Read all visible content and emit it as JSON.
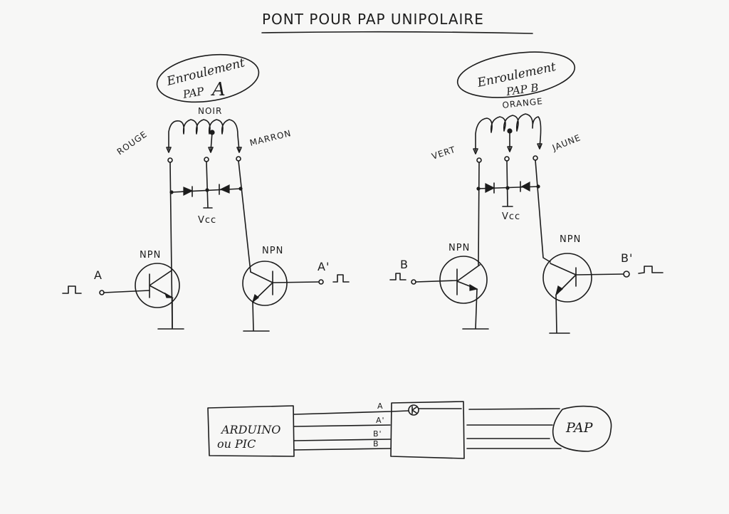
{
  "title": "PONT POUR PAP UNIPOLAIRE",
  "winding_a": {
    "label_line1": "Enroulement",
    "label_line2": "PAP",
    "label_letter": "A",
    "center_wire": "NOIR",
    "left_wire": "ROUGE",
    "right_wire": "MARRON",
    "supply": "Vcc",
    "left_transistor": {
      "type": "NPN",
      "input": "A"
    },
    "right_transistor": {
      "type": "NPN",
      "input": "A'"
    }
  },
  "winding_b": {
    "label_line1": "Enroulement",
    "label_line2": "PAP B",
    "center_wire": "ORANGE",
    "left_wire": "VERT",
    "right_wire": "JAUNE",
    "supply": "Vcc",
    "left_transistor": {
      "type": "NPN",
      "input": "B"
    },
    "right_transistor": {
      "type": "NPN",
      "input": "B'"
    }
  },
  "block_diagram": {
    "controller_line1": "ARDUINO",
    "controller_line2": "ou PIC",
    "signals": [
      "A",
      "A'",
      "B'",
      "B"
    ],
    "motor": "PAP"
  }
}
